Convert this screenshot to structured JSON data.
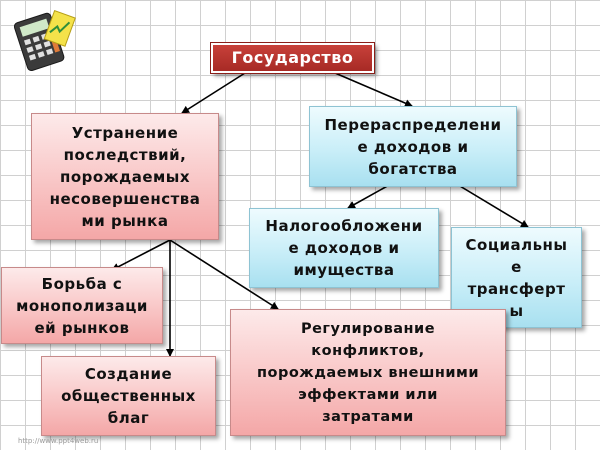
{
  "diagram": {
    "root": "Государство",
    "left_branch": "Устранение\nпоследствий,\nпорождаемых\nнесовершенства\nми рынка",
    "right_branch": "Перераспределени\nе доходов и\nбогатства",
    "taxation": "Налогообложени\nе доходов и\nимущества",
    "social_transfers": "Социальны\nе\nтрансферт\nы",
    "monopoly_fight": "Борьба с\nмонополизаци\nей рынков",
    "public_goods": "Создание\nобщественных\nблаг",
    "externalities": "Регулирование\nконфликтов,\nпорождаемых внешними\nэффектами или\nзатратами"
  },
  "footer": {
    "url": "http://www.ppt4web.ru"
  },
  "colors": {
    "title_red": "#b3322c",
    "pink": "#f9c9c9",
    "blue": "#c9eef8"
  },
  "icon": "calculator-icon"
}
